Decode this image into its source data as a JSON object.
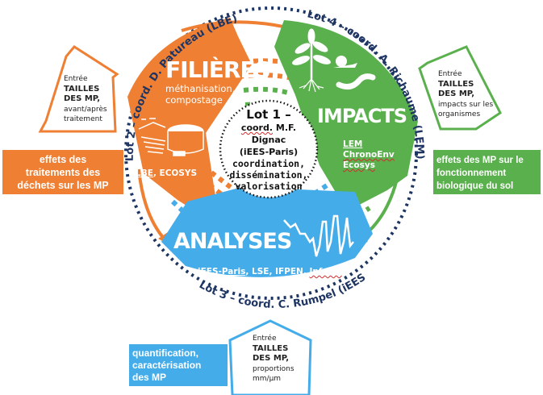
{
  "colors": {
    "filieres": "#ee7f33",
    "impacts": "#5bb04e",
    "analyses": "#45acea",
    "ring": "#1e3563",
    "center_border": "#111111"
  },
  "center": {
    "title": "Lot 1 –",
    "coord_prefix": "coord.",
    "coord_name": " M.F. Dignac",
    "lab": "(iEES-Paris)",
    "roles": [
      "coordination,",
      "dissémination,",
      "valorisation"
    ]
  },
  "segments": {
    "filieres": {
      "title": "FILIÈRES",
      "subtitle": [
        "méthanisation,",
        "compostage"
      ],
      "partners_underlined": "LBE",
      "partners_rest": ", ECOSYS",
      "icon": "digester-icon"
    },
    "impacts": {
      "title": "IMPACTS",
      "partners": [
        "LEM",
        "ChronoEnv",
        "Ecosys"
      ],
      "icons": [
        "plant-icon",
        "snail-icon",
        "earthworm-icon"
      ]
    },
    "analyses": {
      "title": "ANALYSES",
      "partners": [
        {
          "text": "iEES-Paris",
          "style": "underline"
        },
        {
          "text": ", LSE, IFPEN, ",
          "style": "plain"
        },
        {
          "text": "Infosol",
          "style": "wavy"
        }
      ],
      "icon": "spectrum-icon"
    }
  },
  "ring_labels": {
    "lot2": "Lot 2 – coord. D. Patureau (LBE)",
    "lot4": "Lot 4 – coord. A. Richaume (LEM)",
    "lot3": "Lot 3 – coord. C. Rumpel (iEES)"
  },
  "callouts": {
    "left": {
      "line1": "Entrée",
      "bold1": "TAILLES",
      "bold2": "DES MP,",
      "rest": [
        "avant/après",
        "traitement"
      ]
    },
    "right": {
      "line1": "Entrée",
      "bold1": "TAILLES",
      "bold2": "DES MP,",
      "rest": [
        "impacts sur les",
        "organismes"
      ]
    },
    "bottom": {
      "line1": "Entrée",
      "bold1": "TAILLES",
      "bold2": "DES MP,",
      "rest": [
        "proportions",
        "mm/µm"
      ]
    }
  },
  "effect_boxes": {
    "left": [
      "effets des",
      "traitements des",
      "déchets sur les MP"
    ],
    "right": [
      "effets des MP sur le",
      "fonctionnement",
      "biologique du sol"
    ],
    "bottom": [
      "quantification,",
      "caractérisation",
      "des MP"
    ]
  }
}
